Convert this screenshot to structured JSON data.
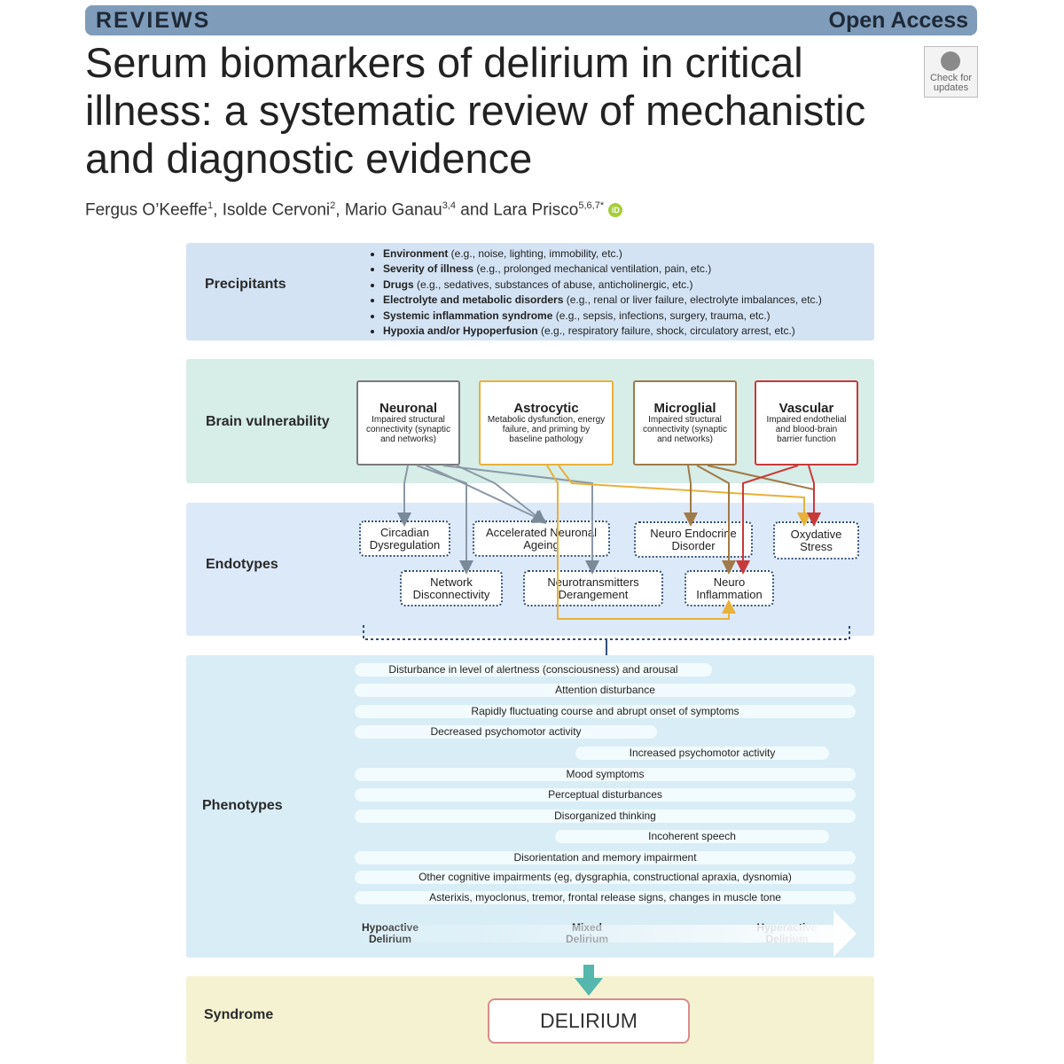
{
  "header": {
    "section": "REVIEWS",
    "access": "Open Access"
  },
  "title": "Serum biomarkers of delirium in critical illness: a systematic review of mechanistic and diagnostic evidence",
  "check_updates": "Check for updates",
  "authors": [
    {
      "name": "Fergus O’Keeffe",
      "sup": "1",
      "sep": ", "
    },
    {
      "name": "Isolde Cervoni",
      "sup": "2",
      "sep": ", "
    },
    {
      "name": "Mario Ganau",
      "sup": "3,4",
      "sep": " and "
    },
    {
      "name": "Lara Prisco",
      "sup": "5,6,7*",
      "sep": ""
    }
  ],
  "figure": {
    "precipitants": {
      "label": "Precipitants",
      "items": [
        {
          "bold": "Environment",
          "rest": " (e.g., noise, lighting, immobility, etc.)"
        },
        {
          "bold": "Severity of illness",
          "rest": " (e.g., prolonged mechanical ventilation, pain, etc.)"
        },
        {
          "bold": "Drugs",
          "rest": " (e.g., sedatives, substances of abuse,  anticholinergic, etc.)"
        },
        {
          "bold": "Electrolyte and metabolic disorders",
          "rest": " (e.g., renal or liver failure, electrolyte imbalances, etc.)"
        },
        {
          "bold": "Systemic inflammation syndrome",
          "rest": " (e.g., sepsis, infections, surgery, trauma, etc.)"
        },
        {
          "bold": "Hypoxia and/or Hypoperfusion",
          "rest": " (e.g., respiratory failure, shock, circulatory arrest, etc.)"
        }
      ]
    },
    "brain_vulnerability": {
      "label": "Brain vulnerability",
      "boxes": [
        {
          "title": "Neuronal",
          "desc": "Impaired structural connectivity (synaptic and networks)",
          "color": "#7a7a7a"
        },
        {
          "title": "Astrocytic",
          "desc": "Metabolic dysfunction, energy failure, and priming by baseline pathology",
          "color": "#e8b13a"
        },
        {
          "title": "Microglial",
          "desc": "Impaired structural connectivity (synaptic and networks)",
          "color": "#a07a48"
        },
        {
          "title": "Vascular",
          "desc": "Impaired endothelial and blood-brain barrier function",
          "color": "#c83a3a"
        }
      ]
    },
    "endotypes": {
      "label": "Endotypes",
      "items": [
        "Circadian Dysregulation",
        "Accelerated Neuronal Ageing",
        "Neuro Endocrine Disorder",
        "Oxydative Stress",
        "Network Disconnectivity",
        "Neurotransmitters Derangement",
        "Neuro Inflammation"
      ]
    },
    "phenotypes": {
      "label": "Phenotypes",
      "items": [
        "Disturbance in level of alertness (consciousness) and arousal",
        "Attention disturbance",
        "Rapidly fluctuating course and abrupt onset of symptoms",
        "Decreased psychomotor activity",
        "Increased psychomotor activity",
        "Mood symptoms",
        "Perceptual disturbances",
        "Disorganized thinking",
        "Incoherent speech",
        "Disorientation and memory impairment",
        "Other cognitive impairments (eg, dysgraphia, constructional apraxia, dysnomia)",
        "Asterixis, myoclonus, tremor, frontal release signs, changes in muscle tone"
      ],
      "spectrum": [
        [
          "Hypoactive",
          "Delirium"
        ],
        [
          "Mixed",
          "Delirium"
        ],
        [
          "Hyperactive",
          "Delirium"
        ]
      ]
    },
    "syndrome": {
      "label": "Syndrome",
      "value": "DELIRIUM"
    }
  },
  "colors": {
    "header_bar": "#7f9cba",
    "precipitants_bg": "#d3e3f4",
    "vulnerability_bg": "#d6ede8",
    "endotypes_bg": "#dce9f8",
    "phenotypes_bg": "#d8edf6",
    "syndrome_bg": "#f5f2d2"
  }
}
